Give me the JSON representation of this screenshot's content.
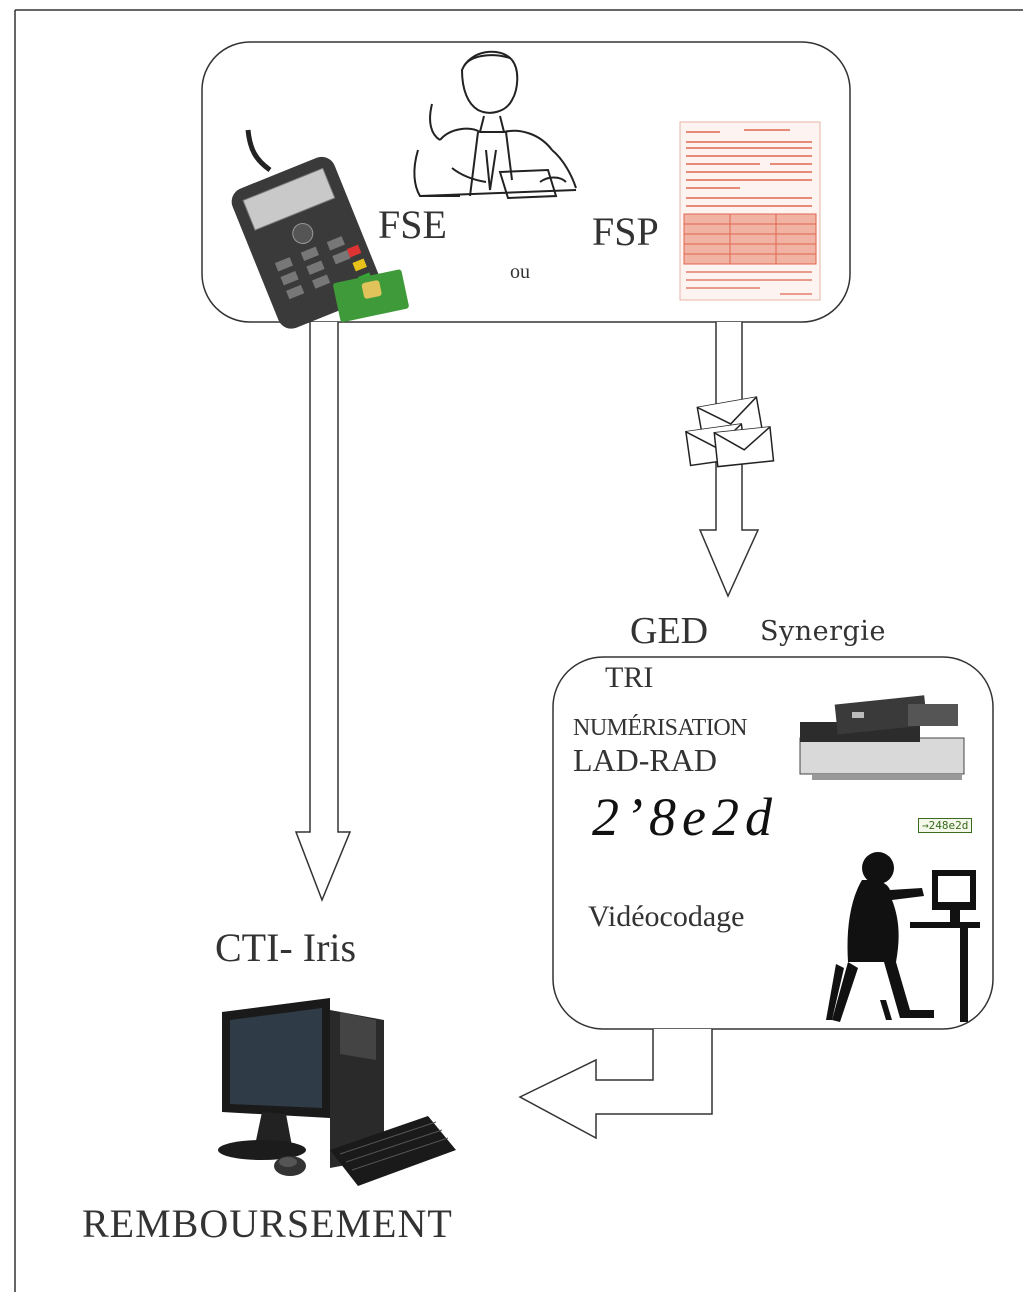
{
  "labels": {
    "fse": "FSE",
    "fsp": "FSP",
    "ou": "ou",
    "ged": "GED",
    "synergie": "Synergie",
    "tri": "TRI",
    "numerisation": "NUMÉRISATION",
    "lad_rad": "LAD-RAD",
    "captcha": "2’8e2d",
    "captcha_small": "→248e2d",
    "videocodage": "Vidéocodage",
    "cti_iris": "CTI- Iris",
    "remboursement": "REMBOURSEMENT"
  },
  "icons": {
    "card_terminal": "card-terminal-icon",
    "doctor": "doctor-icon",
    "paper_form": "paper-form-icon",
    "envelopes": "envelopes-icon",
    "scanner": "scanner-icon",
    "operator": "operator-at-computer-icon",
    "desktop_computer": "desktop-computer-icon"
  },
  "colors": {
    "line": "#333333",
    "card_green": "#3f9b3a",
    "form_red": "#e0674f"
  }
}
